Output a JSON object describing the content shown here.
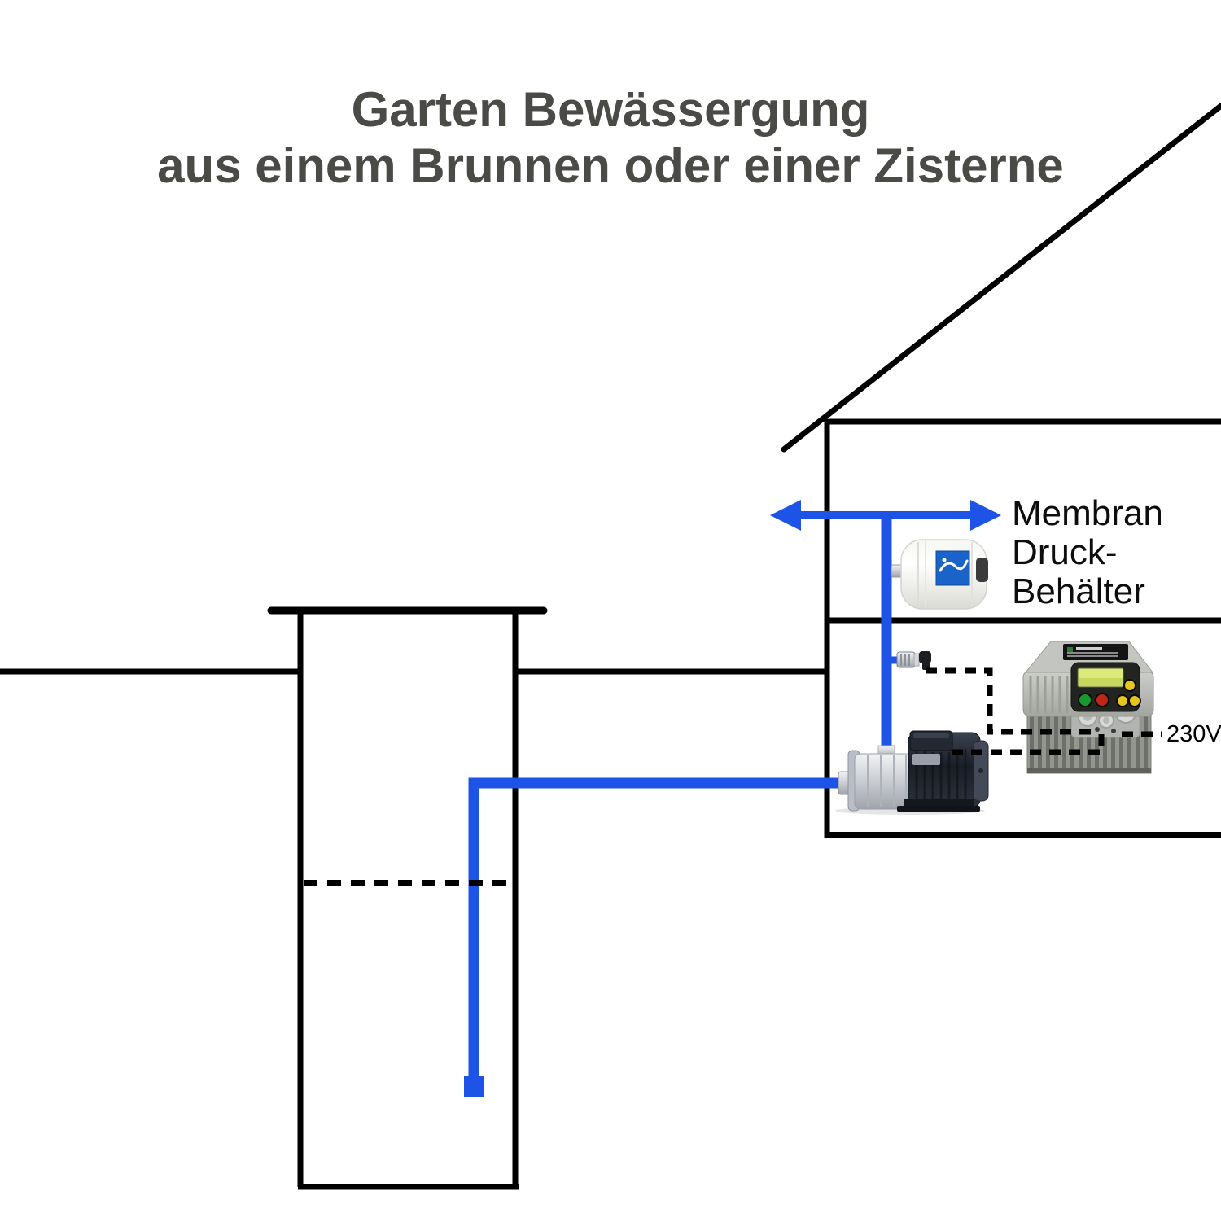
{
  "title": {
    "line1": "Garten Bewässergung",
    "line2": "aus einem Brunnen oder einer Zisterne"
  },
  "labels": {
    "tank": {
      "line1": "Membran",
      "line2": "Druck-",
      "line3": "Behälter"
    },
    "voltage": "230V"
  },
  "icons": {
    "flow_arrow": "double-headed-arrow",
    "foot_valve": "blue-square",
    "water_level": "dashed-line",
    "power_cable": "dashed-line"
  },
  "components": [
    "well-or-cistern-shaft",
    "house",
    "membrane-pressure-tank",
    "frequency-controller",
    "multistage-pump",
    "pressure-sensor",
    "suction-pipe-with-foot-valve"
  ],
  "colors": {
    "background": "#ffffff",
    "line_black": "#000000",
    "pipe_blue": "#1d53e6",
    "title_gray": "#4a4a47",
    "label_black": "#0d0d0d",
    "tank_label_blue": "#1a63c8",
    "screen_green": "#dcea7c",
    "button_green": "#18982e",
    "button_red": "#c02518",
    "button_yellow": "#e6c51c"
  }
}
